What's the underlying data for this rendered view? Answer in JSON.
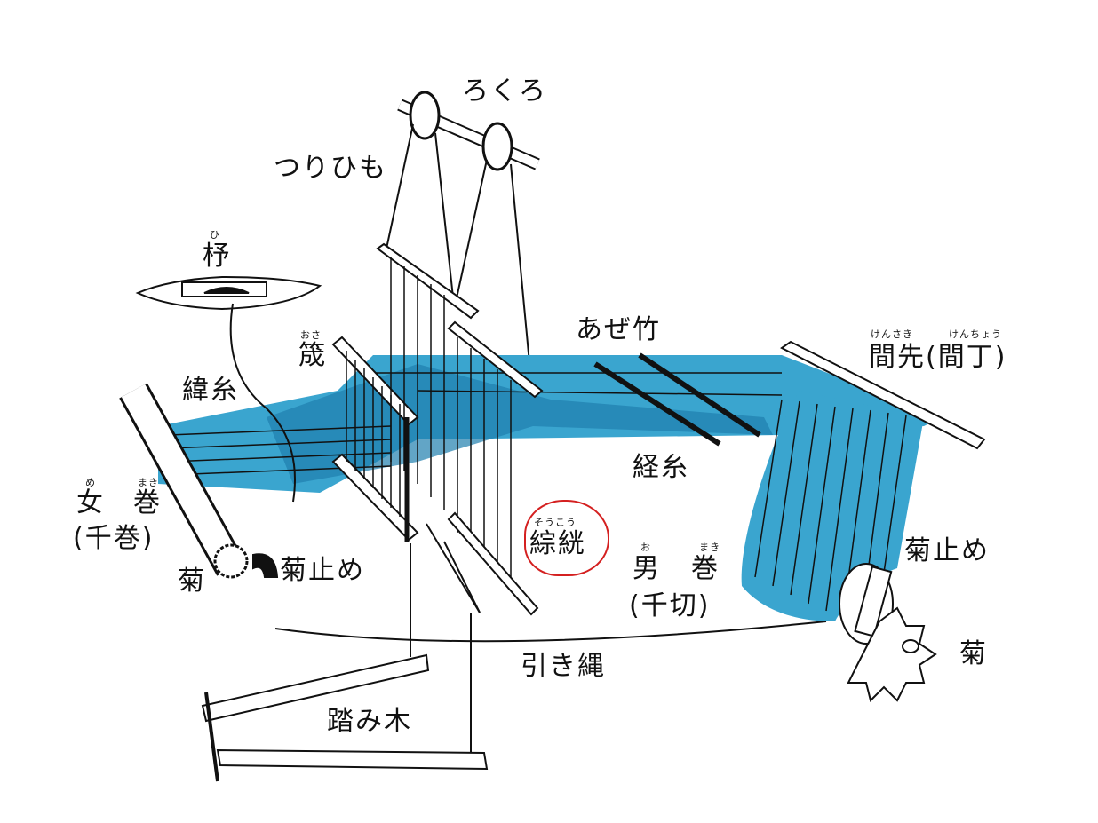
{
  "title": "Loom parts diagram",
  "colors": {
    "warp": "#3aa5cf",
    "warp_dark": "#1f7fae",
    "highlight": "#d42020",
    "line": "#111111"
  },
  "labels": {
    "rokuro": "ろくろ",
    "tsurihimo": "つりひも",
    "hi": {
      "text": "杼",
      "ruby": "ひ"
    },
    "osa": {
      "text": "筬",
      "ruby": "おさ"
    },
    "yokoito": "緯糸",
    "azedake": "あぜ竹",
    "kensaki": {
      "text": "間先(間丁)",
      "ruby1": "けんさき",
      "ruby2": "けんちょう"
    },
    "tateito": "経糸",
    "memaki": {
      "text1": "女",
      "text2": "巻",
      "ruby1": "め",
      "ruby2": "まき",
      "alt": "(千巻)"
    },
    "kiku_left": "菊",
    "kikudome_left": "菊止め",
    "soukou": {
      "text": "綜絖",
      "ruby": "そうこう"
    },
    "omaki": {
      "text1": "男",
      "text2": "巻",
      "ruby1": "お",
      "ruby2": "まき",
      "alt": "(千切)"
    },
    "kikudome_right": "菊止め",
    "kiku_right": "菊",
    "hikinawa": "引き縄",
    "fumiki": "踏み木"
  }
}
